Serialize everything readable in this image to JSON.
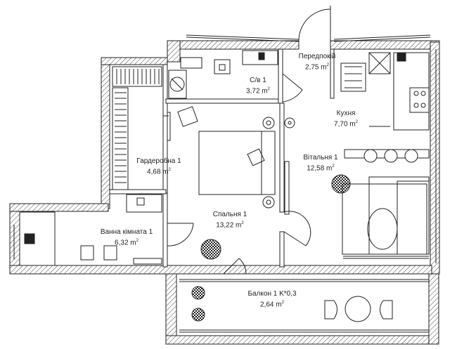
{
  "rooms": {
    "hallway": {
      "name": "Передпокій",
      "area": "2,75 m",
      "unit_sup": "2"
    },
    "bathroom_small": {
      "name": "С/в 1",
      "area": "3,72 m",
      "unit_sup": "2"
    },
    "kitchen": {
      "name": "Кухня",
      "area": "7,70 m",
      "unit_sup": "2"
    },
    "wardrobe": {
      "name": "Гардеробна 1",
      "area": "4,68 m",
      "unit_sup": "2"
    },
    "living": {
      "name": "Вітальня 1",
      "area": "12,58 m",
      "unit_sup": "2"
    },
    "bedroom": {
      "name": "Спальня 1",
      "area": "13,22 m",
      "unit_sup": "2"
    },
    "bathroom": {
      "name": "Ванна кімната 1",
      "area": "6,32 m",
      "unit_sup": "2"
    },
    "balcony": {
      "name": "Балкон 1 K*0,3",
      "area": "2,64 m",
      "unit_sup": "2"
    }
  },
  "colors": {
    "wall": "#222222",
    "hatch": "#555555",
    "furniture": "#333333"
  }
}
